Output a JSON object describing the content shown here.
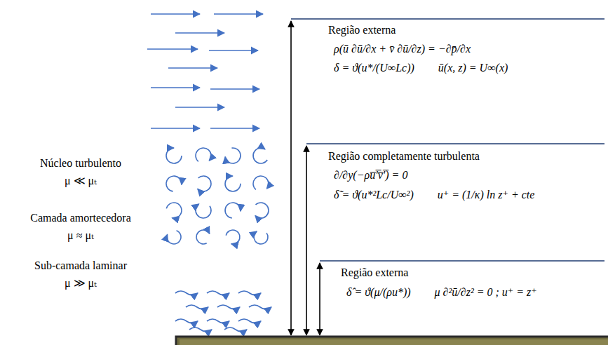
{
  "diagram": {
    "nodes": [
      {
        "text": [
          "Região externa",
          "ρ(ū ∂ū/∂x + v̄ ∂ū/∂z) = −∂p̄/∂x",
          "δ = ϑ(u*/(U∞Lc))",
          "ū(x, z) = U∞(x)"
        ]
      },
      {
        "text": [
          "Região completamente turbulenta",
          "∂/∂y(−ρu̅′̅v̅′̅) = 0",
          "δ̃ = ϑ(u*²Lc/U∞²)",
          "u⁺ = (1/κ) ln z⁺ + cte"
        ]
      },
      {
        "text": [
          "Região externa",
          "δ̂ = ϑ(μ/(ρu*))",
          "μ ∂²ū/∂z² = 0 ; u⁺ = z⁺"
        ]
      }
    ],
    "labels": [
      "Núcleo turbulento",
      "μ ≪ μₜ",
      "Camada amortecedora",
      "μ ≈ μₜ",
      "Sub-camada laminar",
      "μ ≫ μₜ"
    ]
  }
}
